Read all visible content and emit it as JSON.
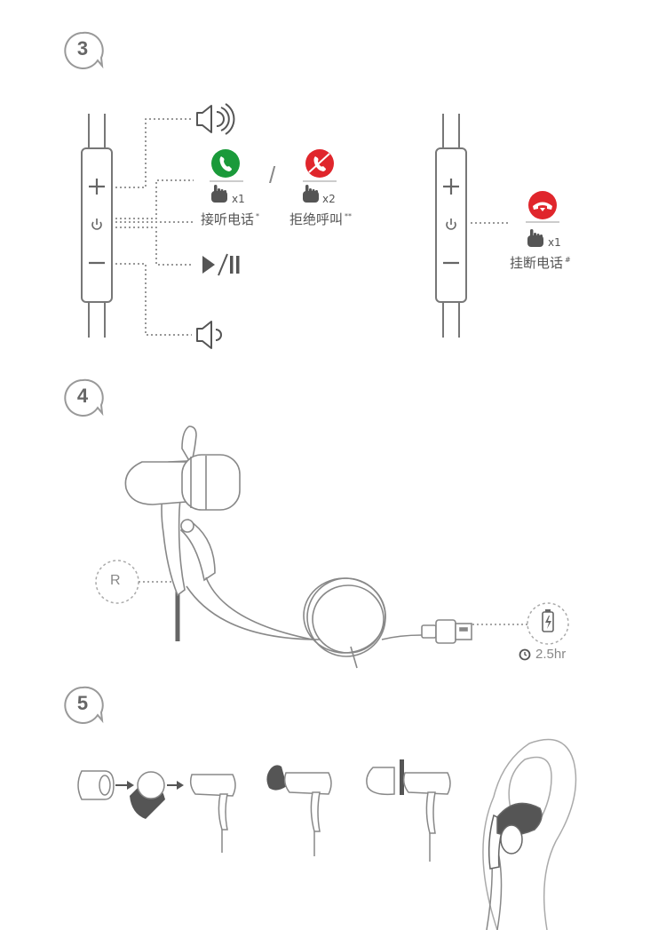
{
  "steps": [
    {
      "number": "3"
    },
    {
      "number": "4"
    },
    {
      "number": "5"
    }
  ],
  "remote": {
    "plus_symbol": "+",
    "minus_symbol": "−"
  },
  "actions": {
    "answer": {
      "label": "接听电话",
      "mark": "*",
      "taps": "x1"
    },
    "reject": {
      "label": "拒绝呼叫",
      "mark": "**",
      "taps": "x2"
    },
    "hangup": {
      "label": "挂断电话",
      "mark": "#",
      "taps": "x1"
    },
    "separator": "/"
  },
  "charging": {
    "side_marker": "R",
    "time": "2.5hr"
  },
  "icons": {
    "volume_up": "speaker-loud-icon",
    "volume_down": "speaker-quiet-icon",
    "play_pause": "play-pause-icon",
    "answer_call": "phone-green-icon",
    "reject_call": "phone-red-crossed-icon",
    "end_call": "phone-hangup-icon",
    "tap": "hand-tap-icon",
    "battery": "battery-charging-icon",
    "clock": "clock-icon"
  },
  "colors": {
    "answer_green": "#1a9a3a",
    "reject_red": "#e0262c",
    "line_gray": "#888888"
  }
}
